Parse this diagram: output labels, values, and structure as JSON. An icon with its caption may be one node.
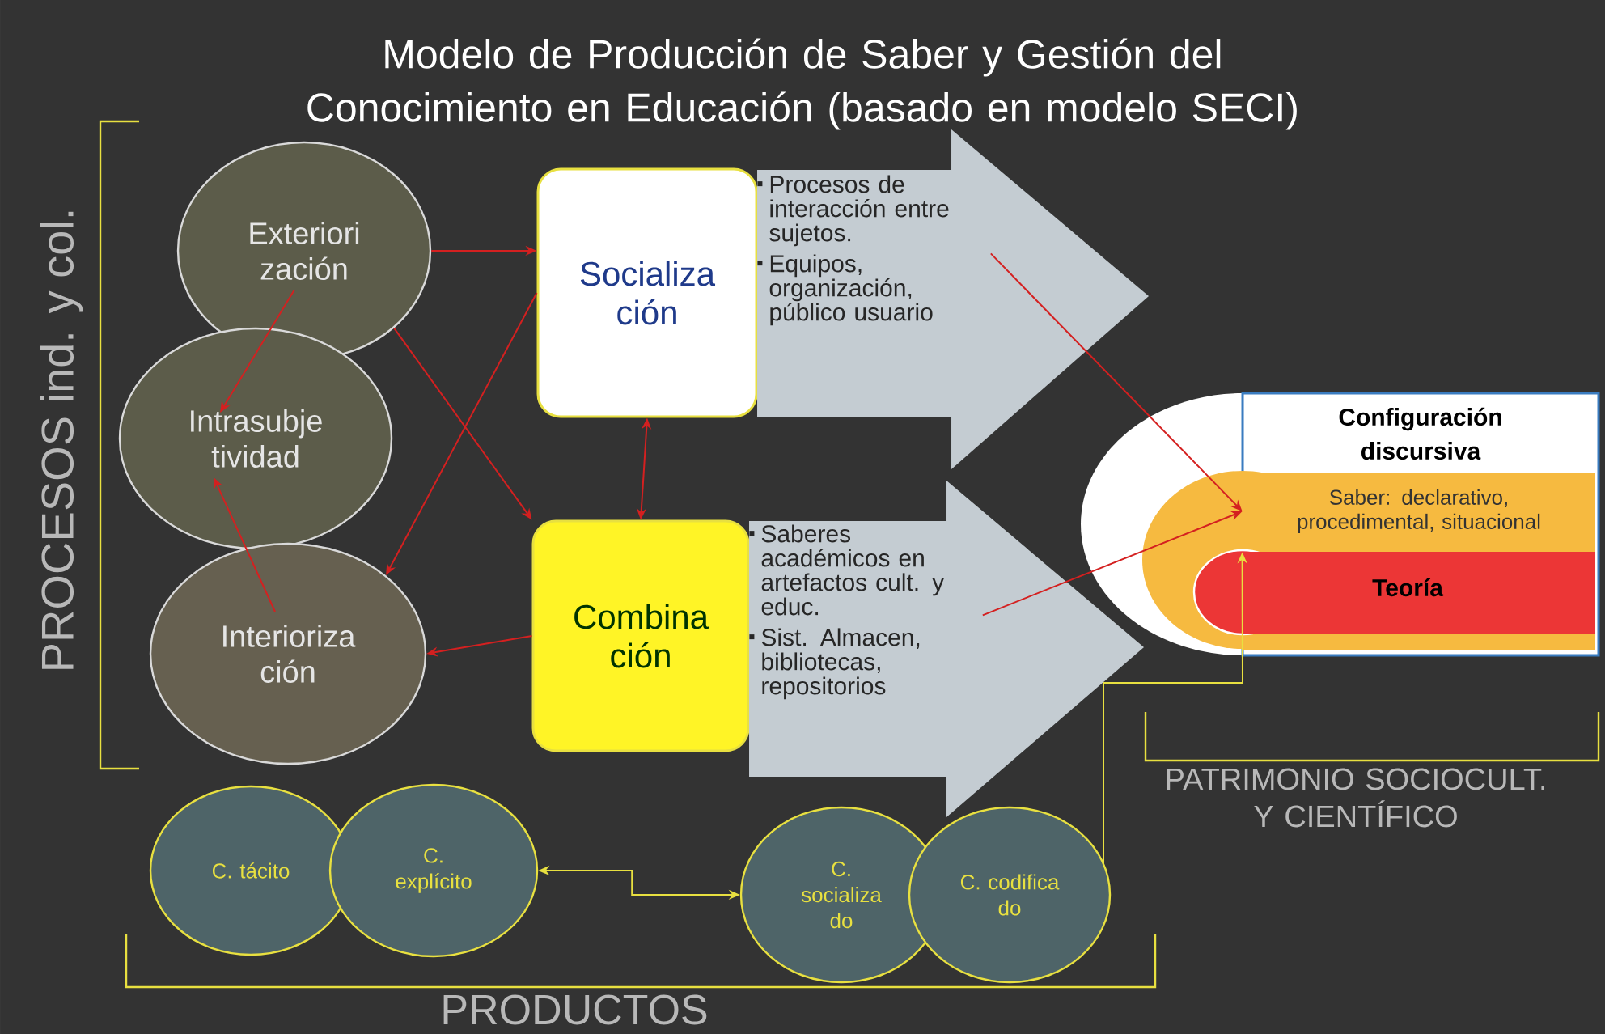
{
  "diagram": {
    "title": "Modelo de Producción de Saber y Gestión del Conocimiento en Educación (basado en modelo SECI)",
    "nodes": [
      {
        "text": [
          "Exteriori zación"
        ]
      },
      {
        "text": [
          "Intrasubje tividad"
        ]
      },
      {
        "text": [
          "Interioriza ción"
        ]
      },
      {
        "text": [
          "Socializa ción"
        ]
      },
      {
        "text": [
          "Procesos de interacción entre sujetos.",
          "Equipos, organización, público usuario"
        ]
      },
      {
        "text": [
          "Combina ción"
        ]
      },
      {
        "text": [
          "Saberes académicos en artefactos cult. y educ.",
          "Sist. Almacen, bibliotecas, repositorios"
        ]
      },
      {
        "text": [
          "Configuración discursiva"
        ]
      },
      {
        "text": [
          "Saber: declarativo, procedimental, situacional"
        ],
        "in": 7
      },
      {
        "text": [
          "Teoría"
        ],
        "in": 8
      },
      {
        "text": [
          "C. tácito"
        ]
      },
      {
        "text": [
          "C. explícito"
        ]
      },
      {
        "text": [
          "C. socializa do"
        ]
      },
      {
        "text": [
          "C. codifica do"
        ]
      }
    ],
    "edges": [
      {
        "from": 0,
        "to": 3,
        "arrow": "to"
      },
      {
        "from": 0,
        "to": 1,
        "arrow": "to"
      },
      {
        "from": 2,
        "to": 1,
        "arrow": "to"
      },
      {
        "from": 0,
        "to": 5,
        "arrow": "to"
      },
      {
        "from": 3,
        "to": 2,
        "arrow": "to"
      },
      {
        "from": 3,
        "to": 5,
        "arrow": "both"
      },
      {
        "from": 5,
        "to": 2,
        "arrow": "to"
      },
      {
        "from": 4,
        "to": 8,
        "arrow": "to"
      },
      {
        "from": 6,
        "to": 8,
        "arrow": "to"
      },
      {
        "from": 13,
        "to": 8,
        "arrow": "to",
        "color": "#e8e040"
      },
      {
        "from": 11,
        "to": 12,
        "arrow": "both",
        "color": "#e8e040"
      }
    ],
    "labels": [
      "PROCESOS ind. y col.",
      "PATRIMONIO SOCIOCULT. Y CIENTÍFICO",
      "PRODUCTOS"
    ]
  }
}
